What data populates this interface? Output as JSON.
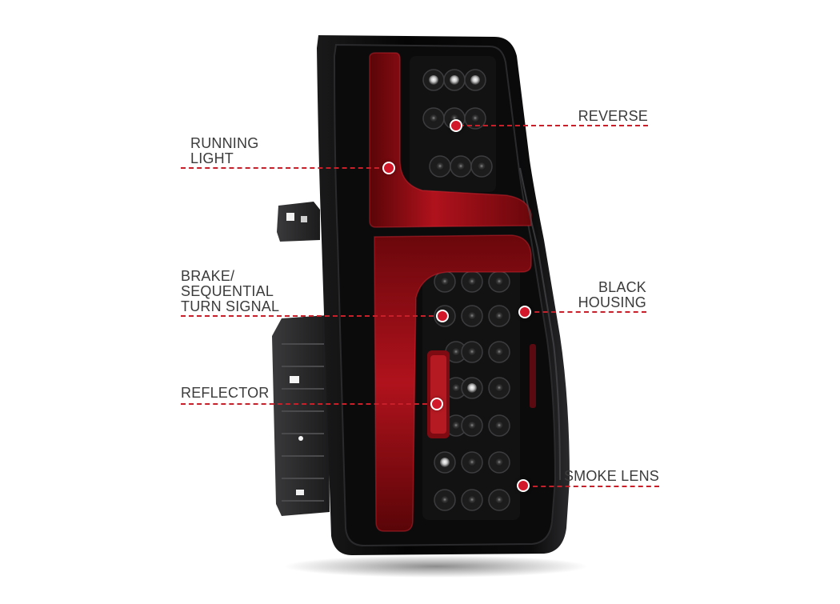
{
  "callouts": {
    "running_light": [
      "RUNNING",
      "LIGHT"
    ],
    "brake_turn": [
      "BRAKE/",
      "SEQUENTIAL",
      "TURN SIGNAL"
    ],
    "reflector": [
      "REFLECTOR"
    ],
    "reverse": [
      "REVERSE"
    ],
    "black_housing": [
      "BLACK",
      "HOUSING"
    ],
    "smoke_lens": [
      "SMOKE LENS"
    ]
  },
  "colors": {
    "accent": "#c8202a",
    "light_bar": "#b0121c",
    "housing": "#0d0d0e",
    "label_text": "#3b3b3b"
  }
}
